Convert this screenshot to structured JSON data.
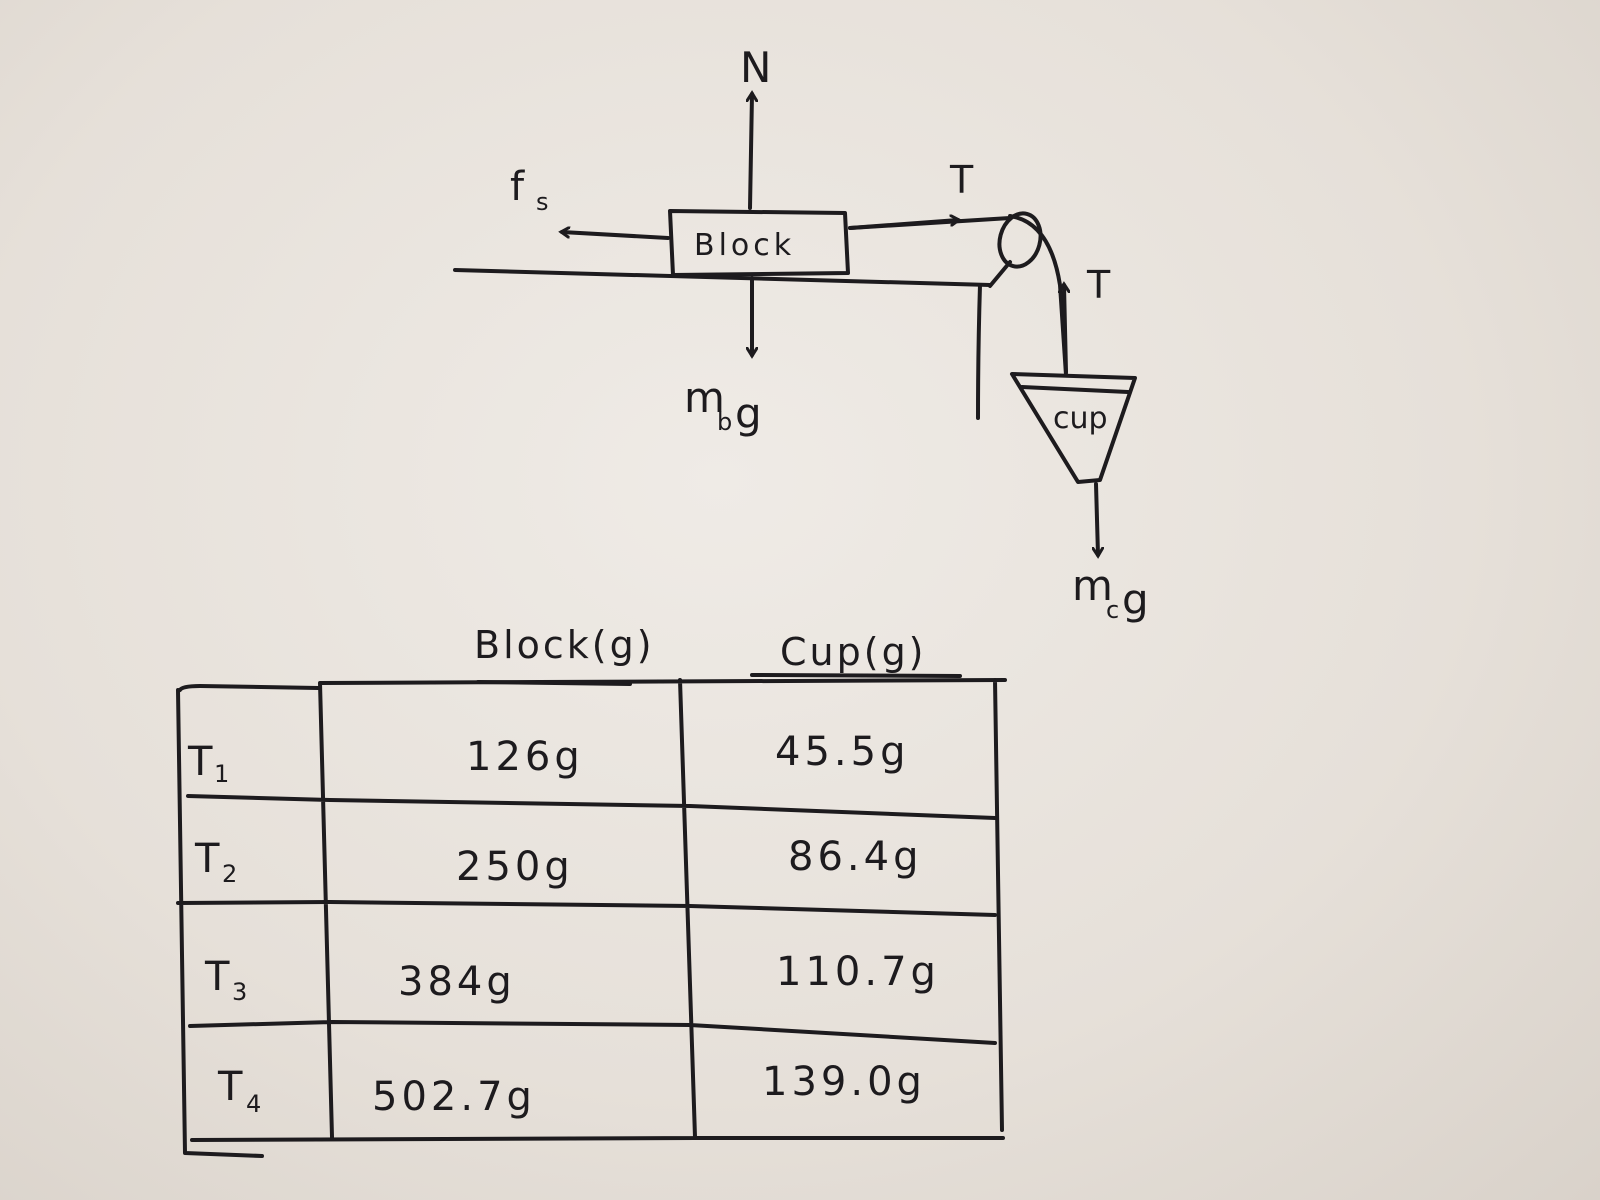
{
  "diagram": {
    "block_label": "Block",
    "cup_label": "cup",
    "normal_force": "N",
    "friction_force": "f",
    "friction_sub": "s",
    "tension_horizontal": "T",
    "tension_vertical": "T",
    "block_weight": "m",
    "block_weight_sub": "b",
    "block_weight_g": "g",
    "cup_weight": "m",
    "cup_weight_sub": "c",
    "cup_weight_g": "g"
  },
  "table": {
    "headers": [
      "Block(g)",
      "Cup(g)"
    ],
    "rows": [
      {
        "trial": "T",
        "sub": "1",
        "block": "126g",
        "cup": "45.5g"
      },
      {
        "trial": "T",
        "sub": "2",
        "block": "250g",
        "cup": "86.4g"
      },
      {
        "trial": "T",
        "sub": "3",
        "block": "384g",
        "cup": "110.7g"
      },
      {
        "trial": "T",
        "sub": "4",
        "block": "502.7g",
        "cup": "139.0g"
      }
    ]
  }
}
